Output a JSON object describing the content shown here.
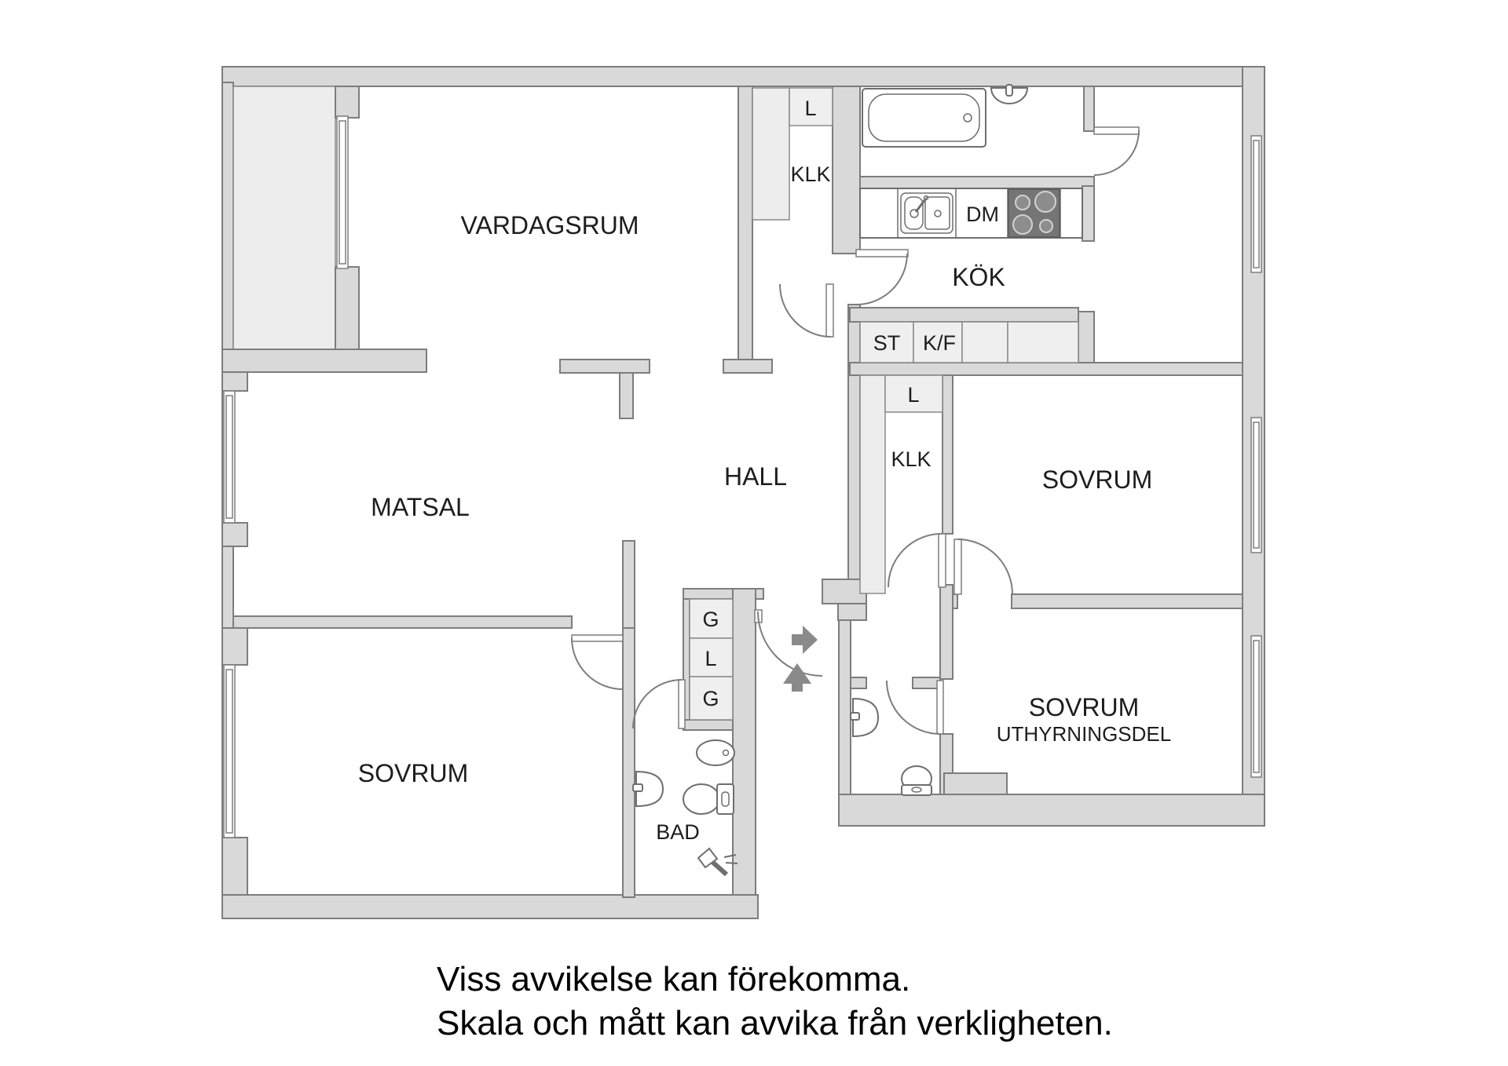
{
  "title": "floor-plan",
  "colors": {
    "wall": "#d9d9d9",
    "wall_outline": "#7d7d7d",
    "closet_fill": "#efefef",
    "room_fill": "#ffffff",
    "stove": "#757575",
    "text": "#1d1d1d",
    "arrow": "#8a8a8a"
  },
  "rooms": [
    {
      "id": "vardagsrum",
      "label": "VARDAGSRUM"
    },
    {
      "id": "matsal",
      "label": "MATSAL"
    },
    {
      "id": "hall",
      "label": "HALL"
    },
    {
      "id": "kok",
      "label": "KÖK"
    },
    {
      "id": "klk_top",
      "label": "KLK"
    },
    {
      "id": "klk_mid",
      "label": "KLK"
    },
    {
      "id": "sovrum_right",
      "label": "SOVRUM"
    },
    {
      "id": "sovrum_left",
      "label": "SOVRUM"
    },
    {
      "id": "sovrum_uthyrning_line1",
      "label": "SOVRUM"
    },
    {
      "id": "sovrum_uthyrning_line2",
      "label": "UTHYRNINGSDEL"
    },
    {
      "id": "bad",
      "label": "BAD"
    }
  ],
  "closets": [
    {
      "id": "l_top",
      "label": "L"
    },
    {
      "id": "l_mid",
      "label": "L"
    },
    {
      "id": "st",
      "label": "ST"
    },
    {
      "id": "kf",
      "label": "K/F"
    },
    {
      "id": "g1",
      "label": "G"
    },
    {
      "id": "l_low",
      "label": "L"
    },
    {
      "id": "g2",
      "label": "G"
    }
  ],
  "appliances": [
    {
      "id": "dishwasher",
      "label": "DM"
    }
  ],
  "fixtures": [
    "bathtub",
    "washbasin-top",
    "kitchen-sink",
    "stove",
    "bad-washbasin",
    "bad-pedestal-sink",
    "bad-toilet",
    "shower-mixer",
    "wc-corner-sink",
    "wc-toilet"
  ],
  "entrance": {
    "direction_arrows": [
      "right",
      "up"
    ]
  },
  "disclaimer": {
    "line1": "Viss avvikelse kan förekomma.",
    "line2": "Skala och mått kan avvika från verkligheten."
  }
}
